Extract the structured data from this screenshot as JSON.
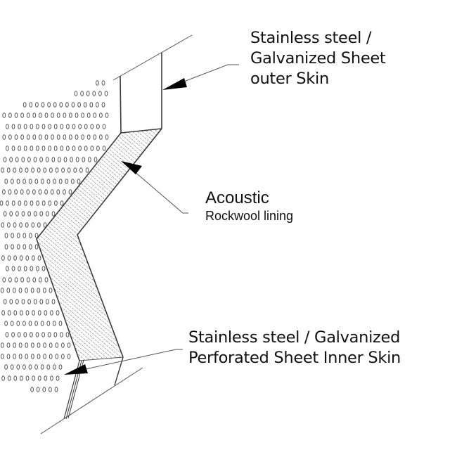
{
  "diagram": {
    "title": "Acoustic panel cross-section",
    "callouts": [
      {
        "id": "outer-skin",
        "lines": [
          "Stainless steel /",
          "Galvanized Sheet",
          "outer Skin"
        ]
      },
      {
        "id": "rockwool-lining",
        "lines": [
          "Acoustic",
          "Rockwool lining"
        ]
      },
      {
        "id": "inner-skin",
        "lines": [
          "Stainless steel / Galvanized",
          "Perforated Sheet Inner Skin"
        ]
      }
    ],
    "components": [
      {
        "name": "outer-skin",
        "material": "Stainless steel / Galvanized Sheet"
      },
      {
        "name": "rockwool-lining",
        "material": "Acoustic Rockwool"
      },
      {
        "name": "inner-skin",
        "material": "Stainless steel / Galvanized Perforated Sheet"
      }
    ],
    "colors": {
      "stroke": "#3a3a3a",
      "leader": "#555555",
      "hatch": "#6a6a6a",
      "holes": "#5a5a5a",
      "text": "#111111",
      "arrow": "#000000"
    }
  }
}
